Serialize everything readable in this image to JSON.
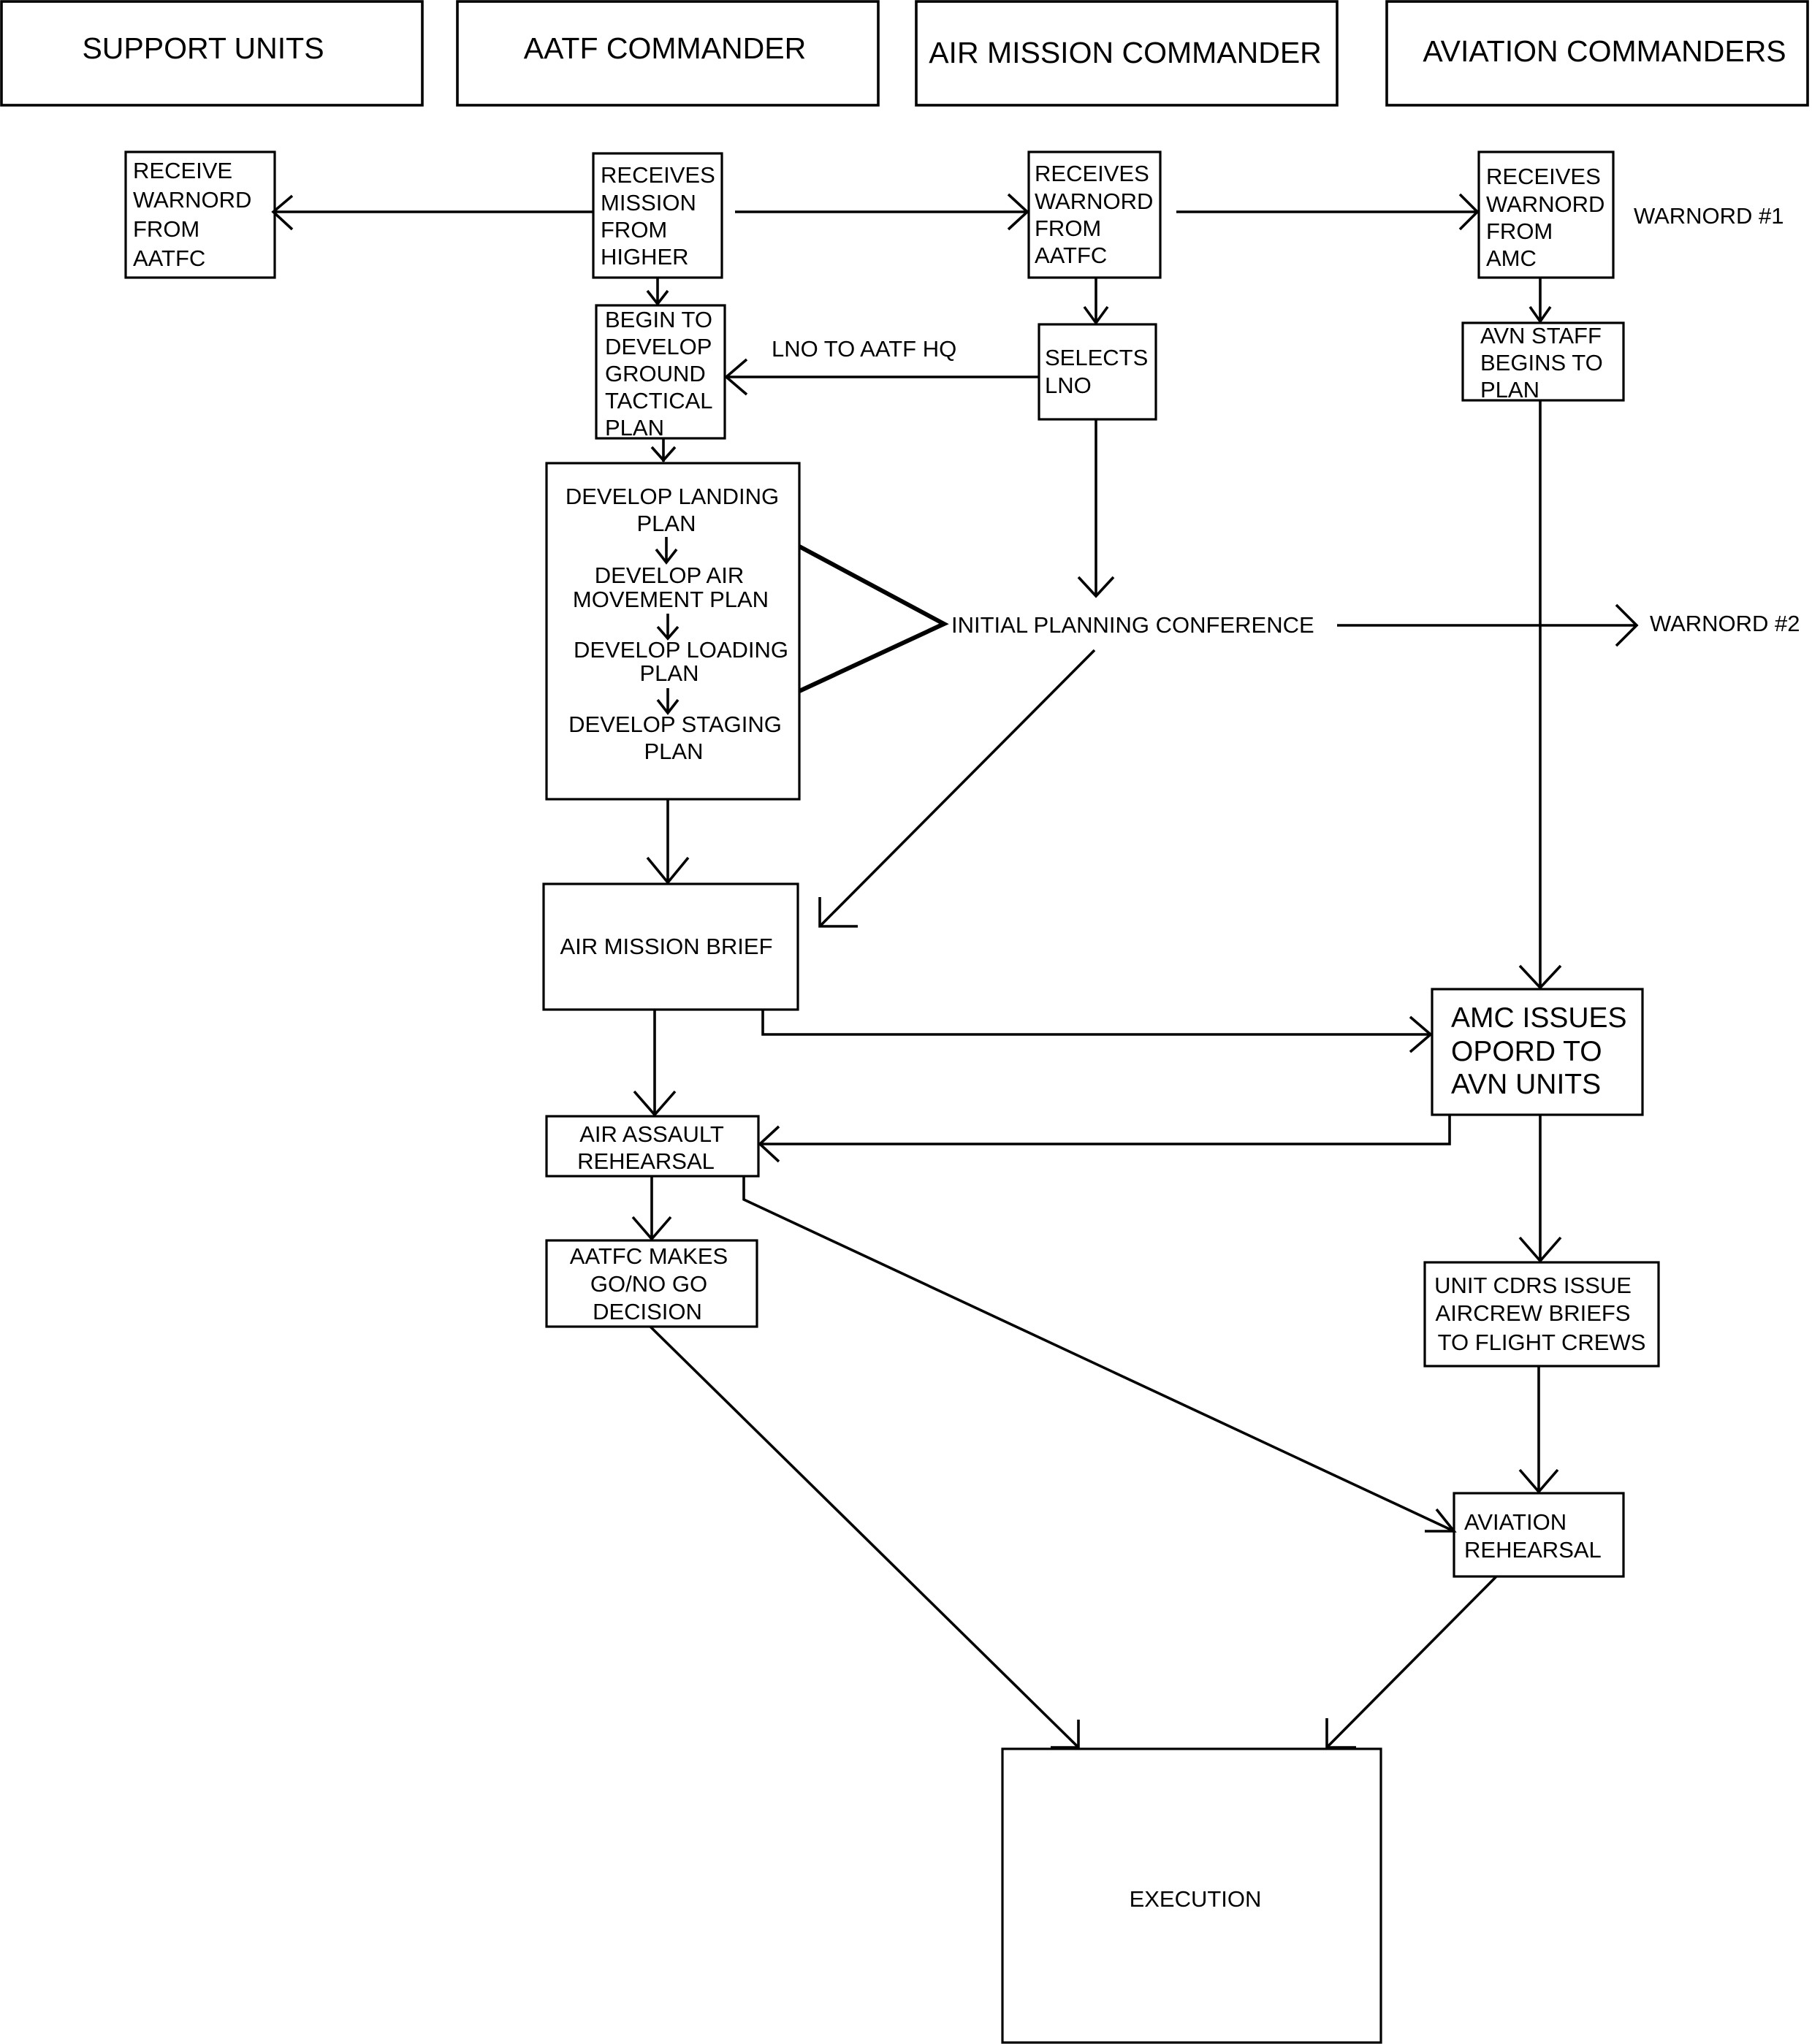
{
  "headers": {
    "support_units": "SUPPORT UNITS",
    "aatf_commander": "AATF COMMANDER",
    "air_mission_commander": "AIR MISSION COMMANDER",
    "aviation_commanders": "AVIATION COMMANDERS"
  },
  "nodes": {
    "receive_warnord_from_aatfc": [
      "RECEIVE",
      "WARNORD",
      "FROM",
      "AATFC"
    ],
    "receives_mission_from_higher": [
      "RECEIVES",
      "MISSION",
      "FROM",
      "HIGHER"
    ],
    "receives_warnord_from_aatfc": [
      "RECEIVES",
      "WARNORD",
      "FROM",
      "AATFC"
    ],
    "receives_warnord_from_amc": [
      "RECEIVES",
      "WARNORD",
      "FROM",
      "AMC"
    ],
    "begin_ground_tactical_plan": [
      "BEGIN TO",
      "DEVELOP",
      "GROUND",
      "TACTICAL",
      "PLAN"
    ],
    "selects_lno": [
      "SELECTS",
      "LNO"
    ],
    "avn_staff_begins_to_plan": [
      "AVN STAFF",
      "BEGINS TO",
      "PLAN"
    ],
    "develop_plans": {
      "landing": [
        "DEVELOP LANDING",
        "PLAN"
      ],
      "air_movement": [
        "DEVELOP AIR",
        "MOVEMENT PLAN"
      ],
      "loading": [
        "DEVELOP LOADING",
        "PLAN"
      ],
      "staging": [
        "DEVELOP STAGING",
        "PLAN"
      ]
    },
    "air_mission_brief": "AIR MISSION BRIEF",
    "amc_issues_opord": [
      "AMC ISSUES",
      "OPORD TO",
      "AVN UNITS"
    ],
    "air_assault_rehearsal": [
      "AIR ASSAULT",
      "REHEARSAL"
    ],
    "aatfc_go_no_go": [
      "AATFC MAKES",
      "GO/NO GO",
      "DECISION"
    ],
    "unit_cdrs_issue_briefs": [
      "UNIT CDRS ISSUE",
      "AIRCREW BRIEFS",
      "TO FLIGHT CREWS"
    ],
    "aviation_rehearsal": [
      "AVIATION",
      "REHEARSAL"
    ],
    "execution": "EXECUTION"
  },
  "labels": {
    "warnord_1": "WARNORD #1",
    "warnord_2": "WARNORD #2",
    "lno_to_aatf_hq": "LNO TO AATF HQ",
    "initial_planning_conference": "INITIAL PLANNING CONFERENCE"
  }
}
